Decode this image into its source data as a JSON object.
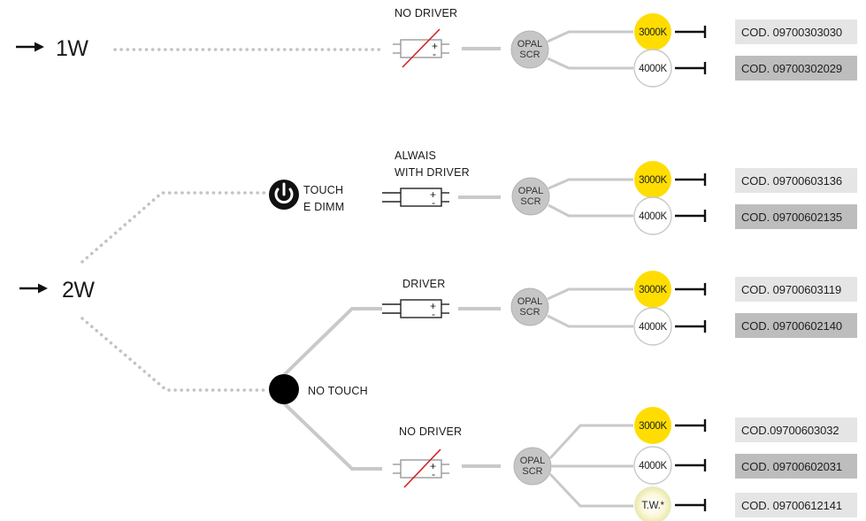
{
  "colors": {
    "warm": "#ffdd00",
    "cool": "#ffffff",
    "code_light": "#e5e5e5",
    "code_dark": "#bdbdbd",
    "opal_fill": "#c6c6c6",
    "connector": "#c9c9c9",
    "strike": "#d62020"
  },
  "rows": {
    "w1": {
      "power": "1W"
    },
    "w2": {
      "power": "2W"
    }
  },
  "nodes": {
    "touch": {
      "line1": "TOUCH",
      "line2": "E DIMM",
      "icon": "power-icon"
    },
    "no_touch": {
      "label": "NO TOUCH"
    }
  },
  "drivers": {
    "d1": {
      "label": "NO DRIVER",
      "crossed": true
    },
    "d2": {
      "label1": "ALWAIS",
      "label2": "WITH DRIVER",
      "crossed": false
    },
    "d3": {
      "label": "DRIVER",
      "crossed": false
    },
    "d4": {
      "label": "NO DRIVER",
      "crossed": true
    }
  },
  "opal": {
    "line1": "OPAL",
    "line2": "SCR"
  },
  "temps": {
    "warm": "3000K",
    "cool": "4000K",
    "tw": "T.W.*"
  },
  "codes": {
    "c1": "COD. 09700303030",
    "c2": "COD. 09700302029",
    "c3": "COD. 09700603136",
    "c4": "COD. 09700602135",
    "c5": "COD. 09700603119",
    "c6": "COD. 09700602140",
    "c7": "COD.09700603032",
    "c8": "COD. 09700602031",
    "c9": "COD. 09700612141"
  }
}
